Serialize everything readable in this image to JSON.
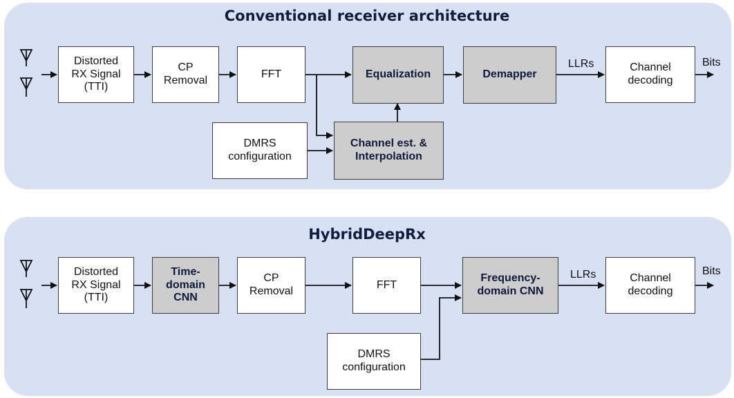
{
  "top": {
    "title": "Conventional receiver architecture",
    "blocks": {
      "rx_signal": "Distorted\nRX Signal\n(TTI)",
      "cp_removal": "CP\nRemoval",
      "fft": "FFT",
      "equalization": "Equalization",
      "demapper": "Demapper",
      "channel_decoding": "Channel\ndecoding",
      "dmrs": "DMRS\nconfiguration",
      "channel_est": "Channel est. &\nInterpolation"
    },
    "labels": {
      "llrs": "LLRs",
      "bits": "Bits"
    }
  },
  "bottom": {
    "title": "HybridDeepRx",
    "blocks": {
      "rx_signal": "Distorted\nRX Signal\n(TTI)",
      "time_cnn": "Time-\ndomain\nCNN",
      "cp_removal": "CP\nRemoval",
      "fft": "FFT",
      "freq_cnn": "Frequency-\ndomain CNN",
      "channel_decoding": "Channel\ndecoding",
      "dmrs": "DMRS\nconfiguration"
    },
    "labels": {
      "llrs": "LLRs",
      "bits": "Bits"
    }
  },
  "colors": {
    "panel": "#d8e1f3",
    "gray_block": "#cdcdcd",
    "title_text": "#111d3c"
  }
}
